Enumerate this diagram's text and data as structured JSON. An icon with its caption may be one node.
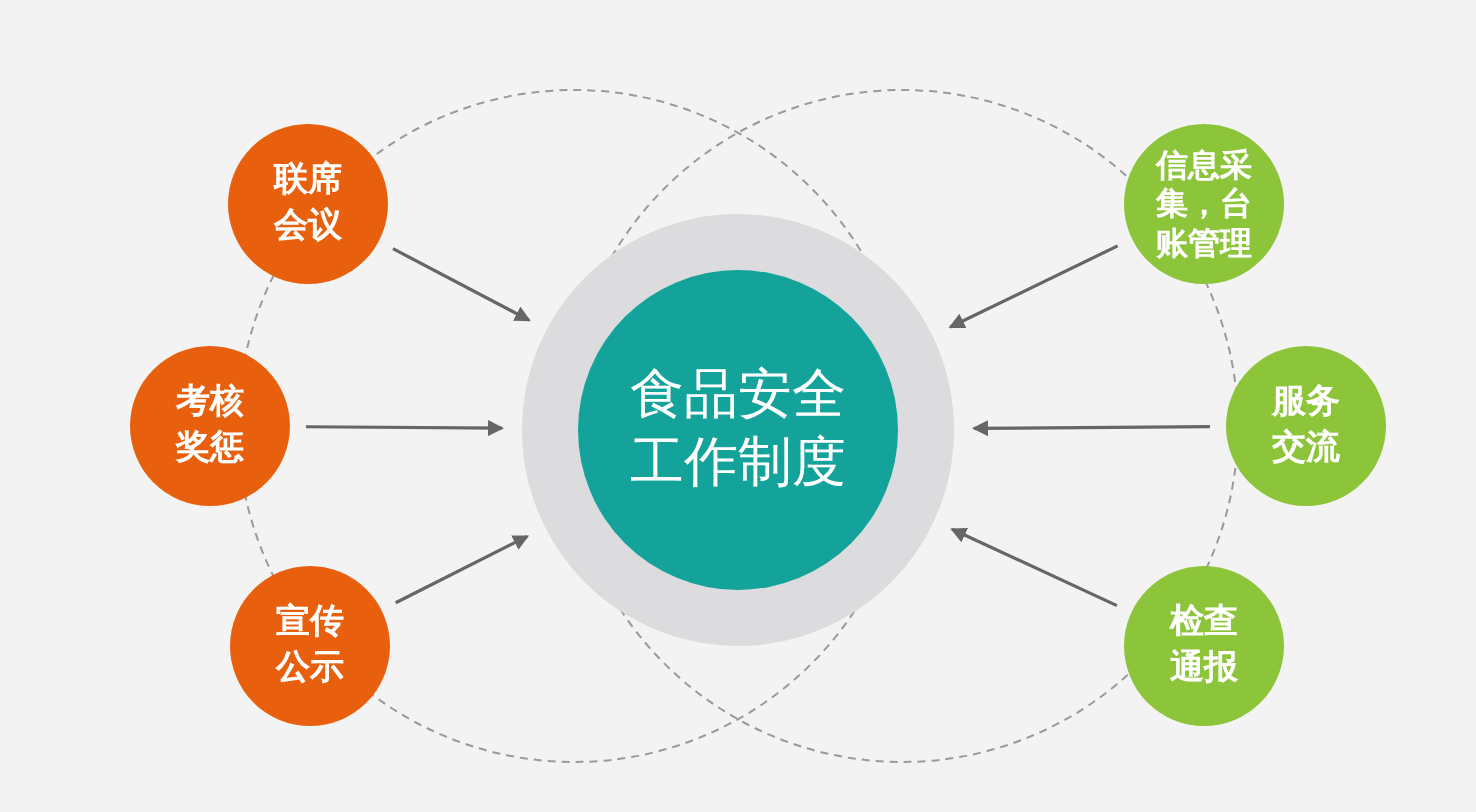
{
  "diagram": {
    "nodes": [
      {
        "text": [
          "食品安全工作制度"
        ]
      },
      {
        "text": [
          "联席会议"
        ]
      },
      {
        "text": [
          "考核奖惩"
        ]
      },
      {
        "text": [
          "宣传公示"
        ]
      },
      {
        "text": [
          "信息采集，台账管理"
        ]
      },
      {
        "text": [
          "服务交流"
        ]
      },
      {
        "text": [
          "检查通报"
        ]
      }
    ],
    "edges": [
      {
        "from": 1,
        "to": 0,
        "arrow": "to"
      },
      {
        "from": 2,
        "to": 0,
        "arrow": "to"
      },
      {
        "from": 3,
        "to": 0,
        "arrow": "to"
      },
      {
        "from": 4,
        "to": 0,
        "arrow": "to"
      },
      {
        "from": 5,
        "to": 0,
        "arrow": "to"
      },
      {
        "from": 6,
        "to": 0,
        "arrow": "to"
      }
    ]
  }
}
